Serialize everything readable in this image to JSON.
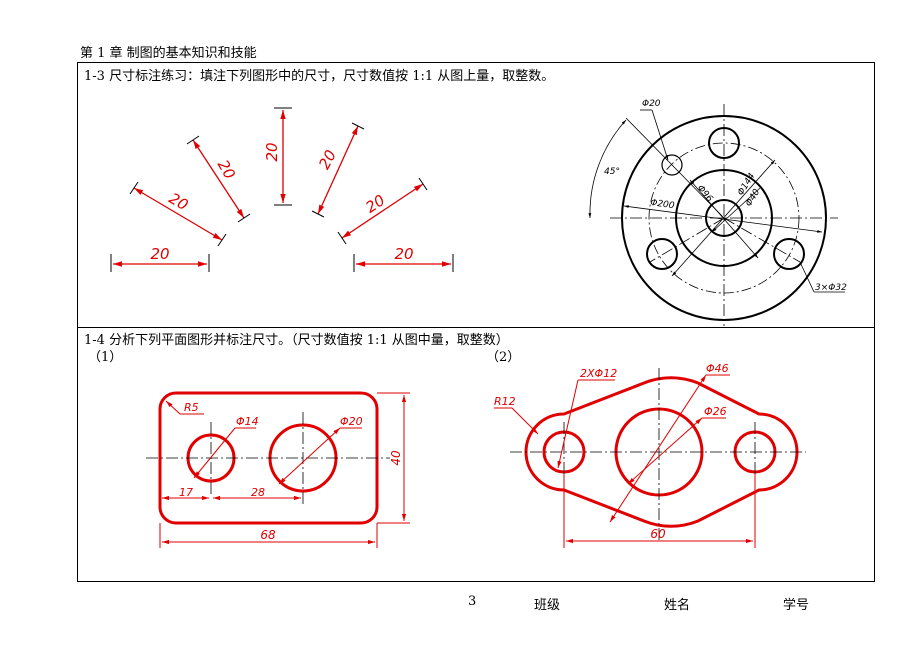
{
  "header": {
    "chapter": "第 1 章   制图的基本知识和技能"
  },
  "exercise_1_3": {
    "title": "1-3  尺寸标注练习：填注下列图形中的尺寸，尺寸数值按 1:1 从图上量，取整数。",
    "dims": [
      "20",
      "20",
      "20",
      "20",
      "20",
      "20",
      "20"
    ],
    "flange_labels": {
      "d20": "Φ20",
      "angle": "45°",
      "d200": "Φ200",
      "d96": "Φ96",
      "d144": "Φ144",
      "d40": "Φ40",
      "holes": "3×Φ32"
    }
  },
  "exercise_1_4": {
    "title": "1-4  分析下列平面图形并标注尺寸。（尺寸数值按 1:1 从图中量，取整数）",
    "part1_label": "（1）",
    "part2_label": "（2）",
    "plate": {
      "r5": "R5",
      "d14": "Φ14",
      "d20": "Φ20",
      "h40": "40",
      "x17": "17",
      "x28": "28",
      "w68": "68"
    },
    "link": {
      "r12": "R12",
      "d12x2": "2XΦ12",
      "d46": "Φ46",
      "d26": "Φ26",
      "w60": "60"
    }
  },
  "footer": {
    "page": "3",
    "class_label": "班级",
    "name_label": "姓名",
    "id_label": "学号"
  },
  "colors": {
    "dimension_red": "#e00000",
    "line_black": "#000000"
  }
}
